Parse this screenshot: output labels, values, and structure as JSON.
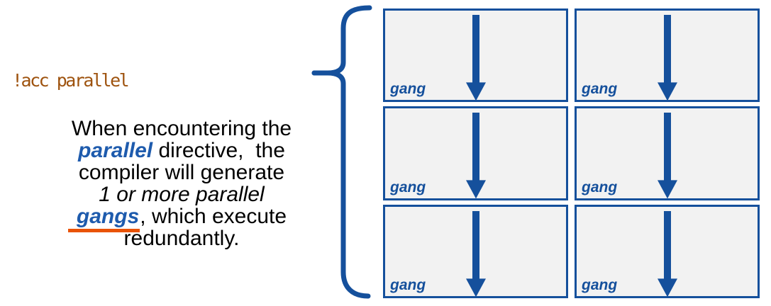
{
  "colors": {
    "background": "#FFFFFF",
    "box_blue": "#15509C",
    "accent_blue": "#1E5BAD",
    "underline_orange": "#E95306",
    "code_brown": "#9E530F",
    "box_fill": "#F2F2F2",
    "text_black": "#000000"
  },
  "code_directive": "!acc parallel",
  "paragraph": {
    "line1": "When encountering the",
    "line2_accent": "parallel",
    "line2_rest": " directive,  the",
    "line3": "compiler will generate",
    "line4": "1 or more parallel",
    "line5_accent": "gangs",
    "line5_rest": ", which execute",
    "line6": "redundantly."
  },
  "brace": {
    "icon": "left-curly-brace-icon"
  },
  "grid": {
    "cells": [
      {
        "label": "gang",
        "icon": "down-arrow-icon"
      },
      {
        "label": "gang",
        "icon": "down-arrow-icon"
      },
      {
        "label": "gang",
        "icon": "down-arrow-icon"
      },
      {
        "label": "gang",
        "icon": "down-arrow-icon"
      },
      {
        "label": "gang",
        "icon": "down-arrow-icon"
      },
      {
        "label": "gang",
        "icon": "down-arrow-icon"
      }
    ]
  }
}
